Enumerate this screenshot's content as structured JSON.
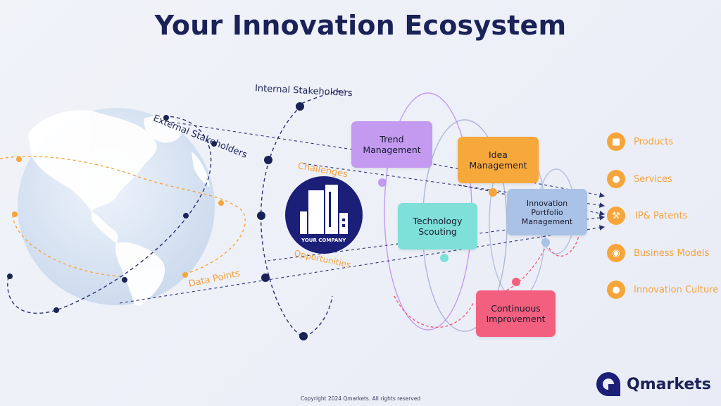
{
  "title": "Your Innovation Ecosystem",
  "labels": {
    "external_stakeholders": "External Stakeholders",
    "internal_stakeholders": "Internal Stakeholders",
    "challenges": "Challenges",
    "opportunities": "Opportunities",
    "data_points": "Data Points",
    "company": "YOUR COMPANY"
  },
  "boxes": {
    "trend": [
      "Trend",
      "Management"
    ],
    "idea": [
      "Idea",
      "Management"
    ],
    "technology": [
      "Technology",
      "Scouting"
    ],
    "portfolio": [
      "Innovation",
      "Portfolio",
      "Management"
    ],
    "continuous": [
      "Continuous",
      "Improvement"
    ]
  },
  "outputs": [
    {
      "label": "Products",
      "icon": "basket-icon"
    },
    {
      "label": "Services",
      "icon": "headset-icon"
    },
    {
      "label": "IP& Patents",
      "icon": "gavel-icon"
    },
    {
      "label": "Business Models",
      "icon": "target-icon"
    },
    {
      "label": "Innovation Culture",
      "icon": "lightbulb-icon"
    }
  ],
  "footer": {
    "copyright": "Copyright 2024 Qmarkets. All rights reserved",
    "brand": "Qmarkets"
  },
  "colors": {
    "navy": "#1b2257",
    "orange": "#f6a53b",
    "trend": "#c39af0",
    "idea": "#f7a83a",
    "technology": "#7ee0d8",
    "portfolio": "#a9c2e6",
    "continuous": "#f35f7e"
  }
}
